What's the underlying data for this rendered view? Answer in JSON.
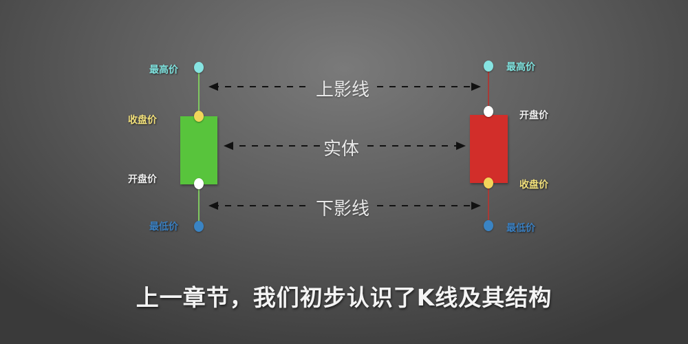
{
  "colors": {
    "bullish_body": "#58c43c",
    "bearish_body": "#d22e2a",
    "bullish_wick": "#7fc860",
    "bearish_wick": "#a83a36",
    "high_dot": "#86e4e2",
    "close_dot_yellow": "#f2d55a",
    "open_dot_white": "#ffffff",
    "low_dot": "#3a84c4",
    "label_high": "#7ee0dc",
    "label_close": "#f2e07a",
    "label_open": "#f0f0f0",
    "label_low": "#3a7fc0"
  },
  "bullish_candle": {
    "labels": {
      "high": "最高价",
      "close": "收盘价",
      "open": "开盘价",
      "low": "最低价"
    }
  },
  "bearish_candle": {
    "labels": {
      "high": "最高价",
      "open": "开盘价",
      "close": "收盘价",
      "low": "最低价"
    }
  },
  "annotations": {
    "upper_shadow": "上影线",
    "body": "实体",
    "lower_shadow": "下影线"
  },
  "caption": "上一章节，我们初步认识了K线及其结构"
}
